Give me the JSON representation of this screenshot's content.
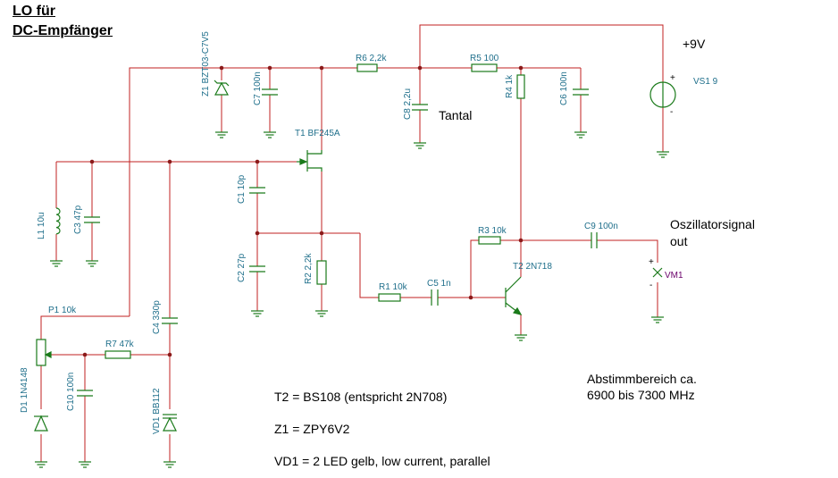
{
  "title": {
    "line1": "LO für",
    "line2": "DC-Empfänger"
  },
  "labels": {
    "z1": "Z1 BZT03-C7V5",
    "c7": "C7 100n",
    "r6": "R6 2,2k",
    "c8": "C8 2,2u",
    "tantal": "Tantal",
    "r5": "R5 100",
    "r4": "R4 1k",
    "c6": "C6 100n",
    "plus9v": "+9V",
    "vs1": "VS1 9",
    "t1": "T1 BF245A",
    "c1": "C1 10p",
    "l1": "L1 10u",
    "c3": "C3 47p",
    "c2": "C2 27p",
    "r2": "R2 2,2k",
    "r3": "R3 10k",
    "c9": "C9 100n",
    "osz_line1": "Oszillatorsignal",
    "osz_line2": "out",
    "vm1": "VM1",
    "t2": "T2 2N718",
    "r1": "R1 10k",
    "c5": "C5 1n",
    "p1": "P1 10k",
    "c4": "C4 330p",
    "r7": "R7 47k",
    "d1": "D1 1N4148",
    "c10": "C10 100n",
    "vd1": "VD1 BB112",
    "plus": "+",
    "minus": "-"
  },
  "notes": {
    "abstimm_line1": "Abstimmbereich ca.",
    "abstimm_line2": "6900 bis 7300 MHz",
    "t2_note": "T2 = BS108 (entspricht 2N708)",
    "z1_note": "Z1 = ZPY6V2",
    "vd1_note": "VD1 = 2 LED gelb, low current, parallel"
  }
}
